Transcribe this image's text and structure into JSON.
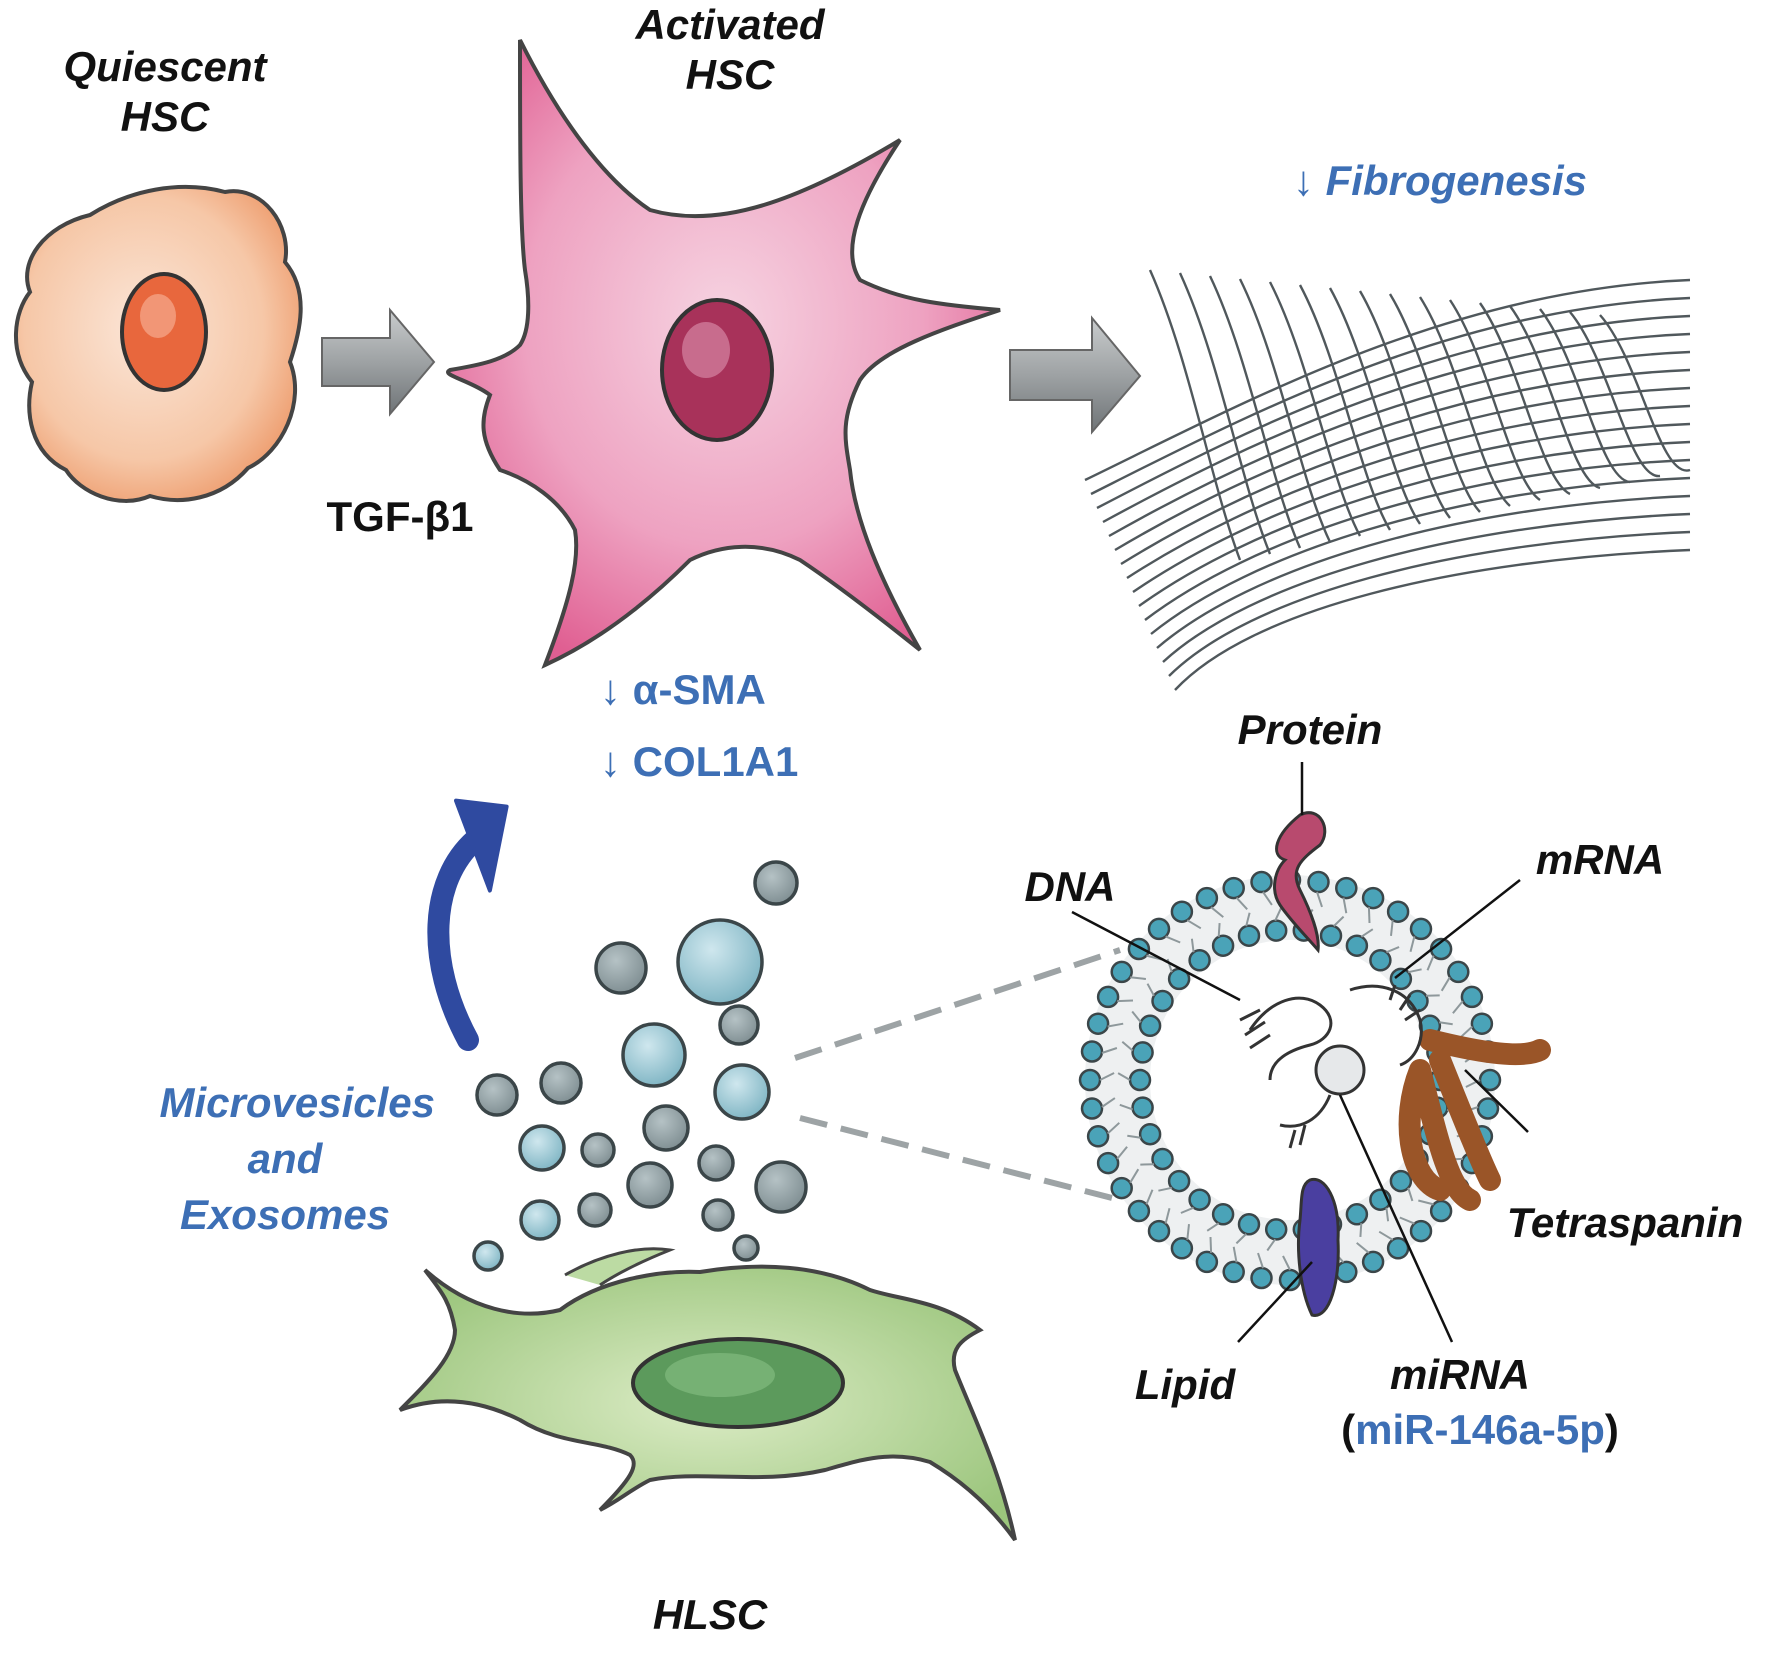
{
  "labels": {
    "quiescent_line1": "Quiescent",
    "quiescent_line2": "HSC",
    "activated_line1": "Activated",
    "activated_line2": "HSC",
    "tgf": "TGF-β1",
    "fibrogenesis": "↓ Fibrogenesis",
    "asma": "↓ α-SMA",
    "col1a1": "↓ COL1A1",
    "mv_line1": "Microvesicles",
    "mv_line2": "and",
    "mv_line3": "Exosomes",
    "hlsc": "HLSC",
    "protein": "Protein",
    "mrna": "mRNA",
    "dna": "DNA",
    "tetraspanin": "Tetraspanin",
    "lipid": "Lipid",
    "mirna": "miRNA",
    "mirna_open": "(",
    "mirna_name": "miR-146a-5p",
    "mirna_close": ")"
  },
  "colors": {
    "quiescent_cell": "#f2b38f",
    "activated_cell": "#e86a9c",
    "hlsc_cell": "#a9cf8c",
    "vesicle": "#8fc3d0",
    "fibers": "#555c60",
    "protein": "#b84a6e",
    "tetraspanin": "#9a5528",
    "lipid": "#4a3fa0",
    "blue_text": "#3d6fb5",
    "curved_arrow": "#2f4aa0",
    "gray_arrow": "#9a9fa2"
  }
}
